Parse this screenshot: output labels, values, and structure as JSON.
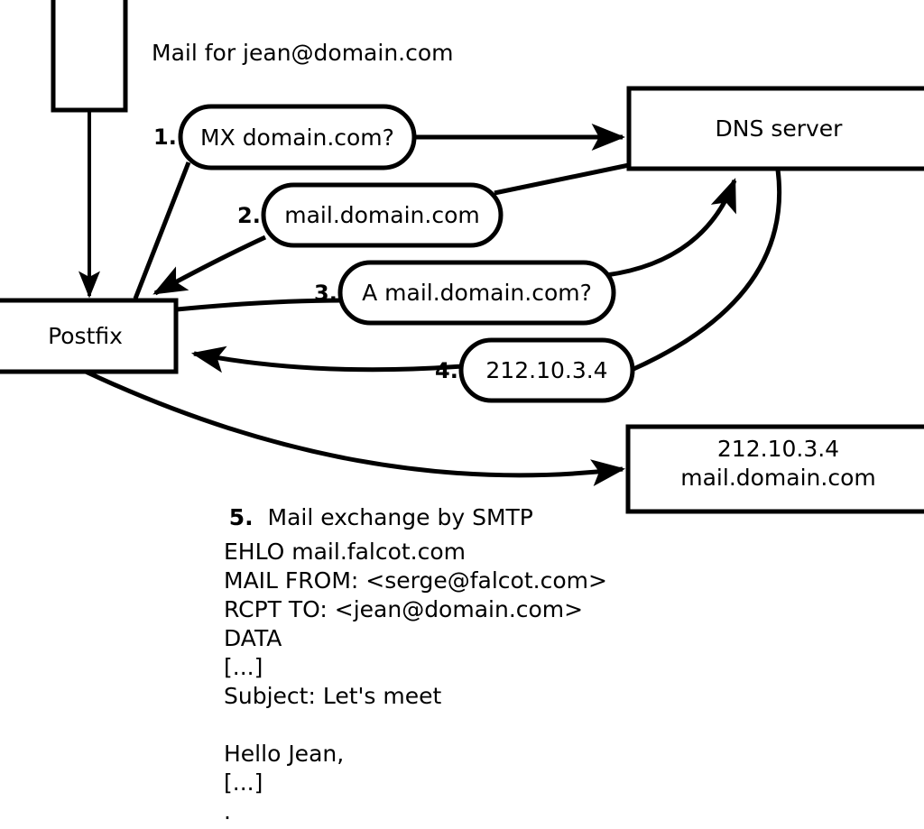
{
  "diagram": {
    "title": "Mail delivery via DNS MX lookup and SMTP",
    "stroke_color": "#000000",
    "fill_color": "#ffffff",
    "nodes": {
      "sender_box": {
        "label": ""
      },
      "postfix": {
        "label": "Postfix"
      },
      "dns_server": {
        "label": "DNS server"
      },
      "target_server": {
        "line1": "212.10.3.4",
        "line2": "mail.domain.com"
      }
    },
    "annotations": {
      "mail_for": "Mail for jean@domain.com"
    },
    "steps": [
      {
        "num": "1.",
        "label": "MX domain.com?",
        "direction": "postfix-to-dns"
      },
      {
        "num": "2.",
        "label": "mail.domain.com",
        "direction": "dns-to-postfix"
      },
      {
        "num": "3.",
        "label": "A mail.domain.com?",
        "direction": "postfix-to-dns"
      },
      {
        "num": "4.",
        "label": "212.10.3.4",
        "direction": "dns-to-postfix"
      }
    ],
    "step5": {
      "num": "5.",
      "label": "Mail exchange by SMTP"
    },
    "smtp_transcript": [
      "EHLO mail.falcot.com",
      "MAIL FROM: <serge@falcot.com>",
      "RCPT TO: <jean@domain.com>",
      "DATA",
      "[...]",
      "Subject: Let's meet",
      "",
      "Hello Jean,",
      "[...]",
      "."
    ]
  }
}
